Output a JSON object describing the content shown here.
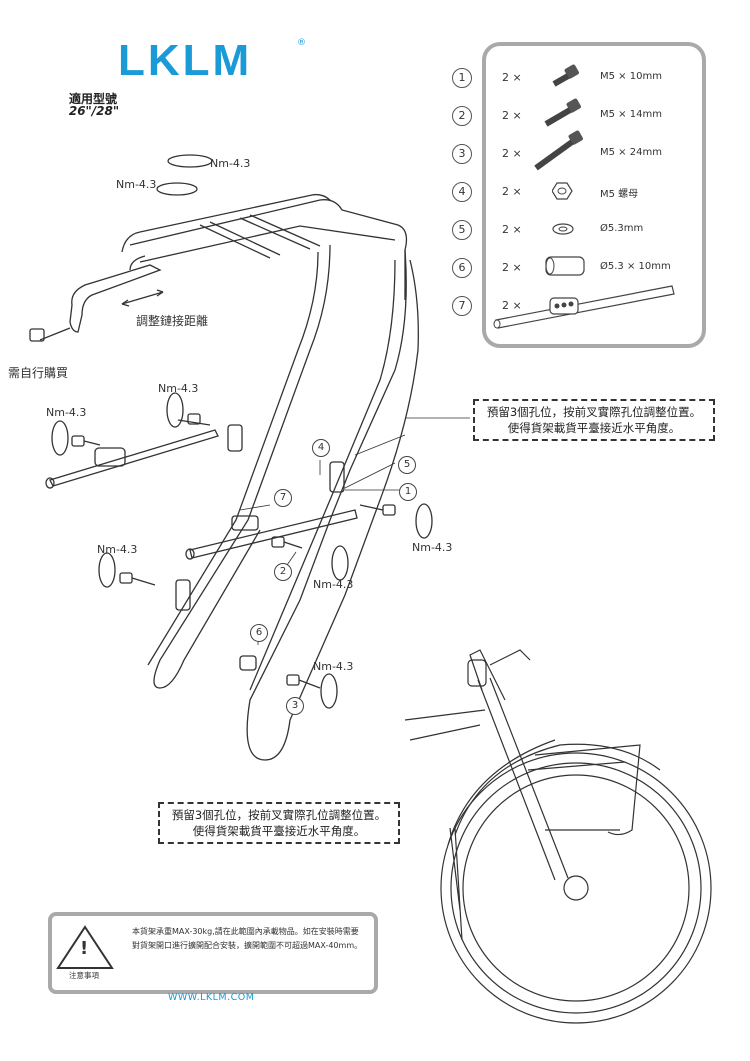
{
  "brand": {
    "name": "LKLM",
    "reg": "®"
  },
  "model": {
    "title": "適用型號",
    "sizes": "26\"/28\""
  },
  "torque": "Nm-4.3",
  "labels": {
    "adjust_distance": "調整鏈接距離",
    "self_purchase": "需自行購買"
  },
  "parts": [
    {
      "num": "1",
      "qty": "2 ×",
      "spec": "M5 × 10mm",
      "icon": "bolt-short-icon"
    },
    {
      "num": "2",
      "qty": "2 ×",
      "spec": "M5 × 14mm",
      "icon": "bolt-medium-icon"
    },
    {
      "num": "3",
      "qty": "2 ×",
      "spec": "M5 × 24mm",
      "icon": "bolt-long-icon"
    },
    {
      "num": "4",
      "qty": "2 ×",
      "spec": "M5 螺母",
      "icon": "hex-nut-icon"
    },
    {
      "num": "5",
      "qty": "2 ×",
      "spec": "Ø5.3mm",
      "icon": "washer-icon"
    },
    {
      "num": "6",
      "qty": "2 ×",
      "spec": "Ø5.3 × 10mm",
      "icon": "spacer-icon"
    },
    {
      "num": "7",
      "qty": "2 ×",
      "spec": "",
      "icon": "support-rod-icon"
    }
  ],
  "notes": {
    "top": {
      "line1": "預留3個孔位，按前叉實際孔位調整位置。",
      "line2": "使得貨架載貨平臺接近水平角度。"
    },
    "bottom": {
      "line1": "預留3個孔位，按前叉實際孔位調整位置。",
      "line2": "使得貨架載貨平臺接近水平角度。"
    }
  },
  "warning": {
    "text": "本貨架承重MAX-30kg,請在此範圍內承載物品。如在安裝時需要對貨架開口進行擴開配合安裝，擴開範圍不可超過MAX-40mm。",
    "label": "注意事項"
  },
  "website": "WWW.LKLM.COM",
  "colors": {
    "brand": "#1a9ad6",
    "frame": "#a9a9a9"
  }
}
